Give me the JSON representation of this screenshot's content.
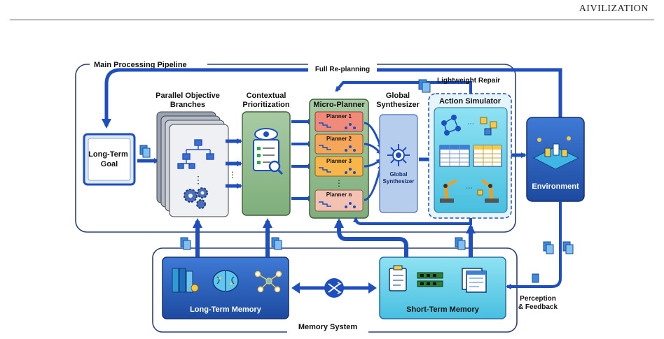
{
  "header": {
    "title": "AIVILIZATION"
  },
  "diagram": {
    "pipeline_title": "Main Processing Pipeline",
    "full_replanning": "Full Re-planning",
    "lightweight_repair": "Lightweight Repair",
    "long_term_goal": "Long-Term\nGoal",
    "parallel_branches": "Parallel Objective\nBranches",
    "contextual_prioritization": "Contextual\nPrioritization",
    "micro_planner": "Micro-Planner",
    "planners": [
      "Planner 1",
      "Planner 2",
      "Planner 3",
      "Planner n"
    ],
    "planner_ellipsis": "⋮",
    "global_synthesizer_title": "Global\nSynthesizer",
    "global_synthesizer_inner": "Global\nSynthesizer",
    "action_simulator": "Action Simulator",
    "environment": "Environment",
    "perception_feedback": "Perception\n& Feedback",
    "long_term_memory": "Long-Term Memory",
    "short_term_memory": "Short-Term Memory",
    "memory_system": "Memory System",
    "colors": {
      "accent_blue": "#1f4fbf",
      "dark_blue": "#1d4a9a",
      "cyan": "#4fc3e0",
      "green": "#8fb98b",
      "planner_colors": [
        "#f08a7a",
        "#f5a65b",
        "#f7b54a",
        "#f3c2b3"
      ]
    }
  }
}
